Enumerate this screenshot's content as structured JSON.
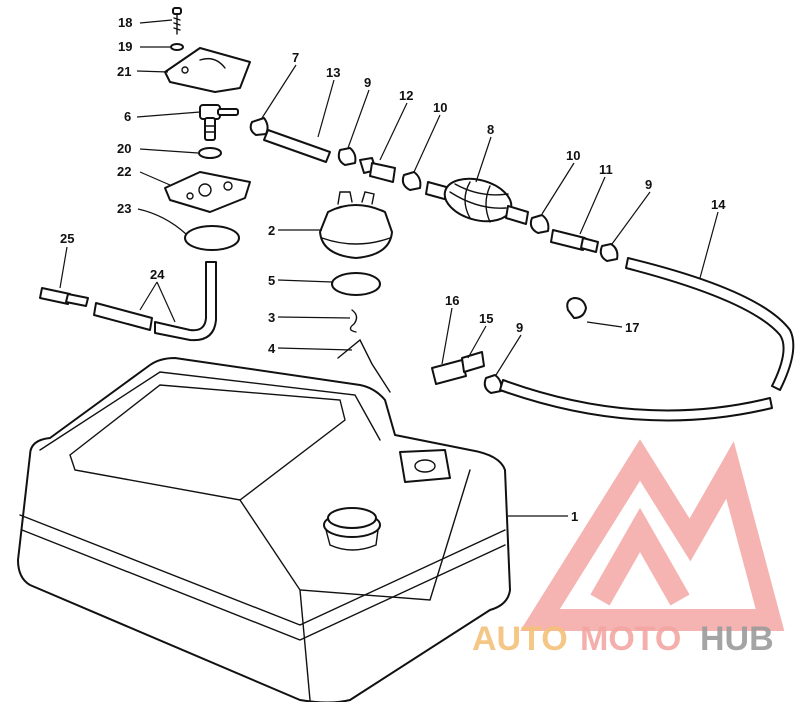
{
  "diagram": {
    "callouts": [
      {
        "id": "c18",
        "label": "18"
      },
      {
        "id": "c19",
        "label": "19"
      },
      {
        "id": "c21",
        "label": "21"
      },
      {
        "id": "c6",
        "label": "6"
      },
      {
        "id": "c20",
        "label": "20"
      },
      {
        "id": "c22",
        "label": "22"
      },
      {
        "id": "c23",
        "label": "23"
      },
      {
        "id": "c25",
        "label": "25"
      },
      {
        "id": "c24",
        "label": "24"
      },
      {
        "id": "c7",
        "label": "7"
      },
      {
        "id": "c13",
        "label": "13"
      },
      {
        "id": "c9a",
        "label": "9"
      },
      {
        "id": "c12",
        "label": "12"
      },
      {
        "id": "c10a",
        "label": "10"
      },
      {
        "id": "c8",
        "label": "8"
      },
      {
        "id": "c10b",
        "label": "10"
      },
      {
        "id": "c11",
        "label": "11"
      },
      {
        "id": "c9b",
        "label": "9"
      },
      {
        "id": "c14",
        "label": "14"
      },
      {
        "id": "c2",
        "label": "2"
      },
      {
        "id": "c5",
        "label": "5"
      },
      {
        "id": "c3",
        "label": "3"
      },
      {
        "id": "c4",
        "label": "4"
      },
      {
        "id": "c16",
        "label": "16"
      },
      {
        "id": "c15",
        "label": "15"
      },
      {
        "id": "c9c",
        "label": "9"
      },
      {
        "id": "c17",
        "label": "17"
      },
      {
        "id": "c1",
        "label": "1"
      }
    ]
  },
  "watermark": {
    "text_auto": "AUTO",
    "text_moto": "MOTO",
    "text_hub": "HUB",
    "colors": {
      "auto": "#f5c27a",
      "moto": "#f3a6a3",
      "hub": "#9b9b9b",
      "triangle": "#f3a6a3"
    }
  }
}
